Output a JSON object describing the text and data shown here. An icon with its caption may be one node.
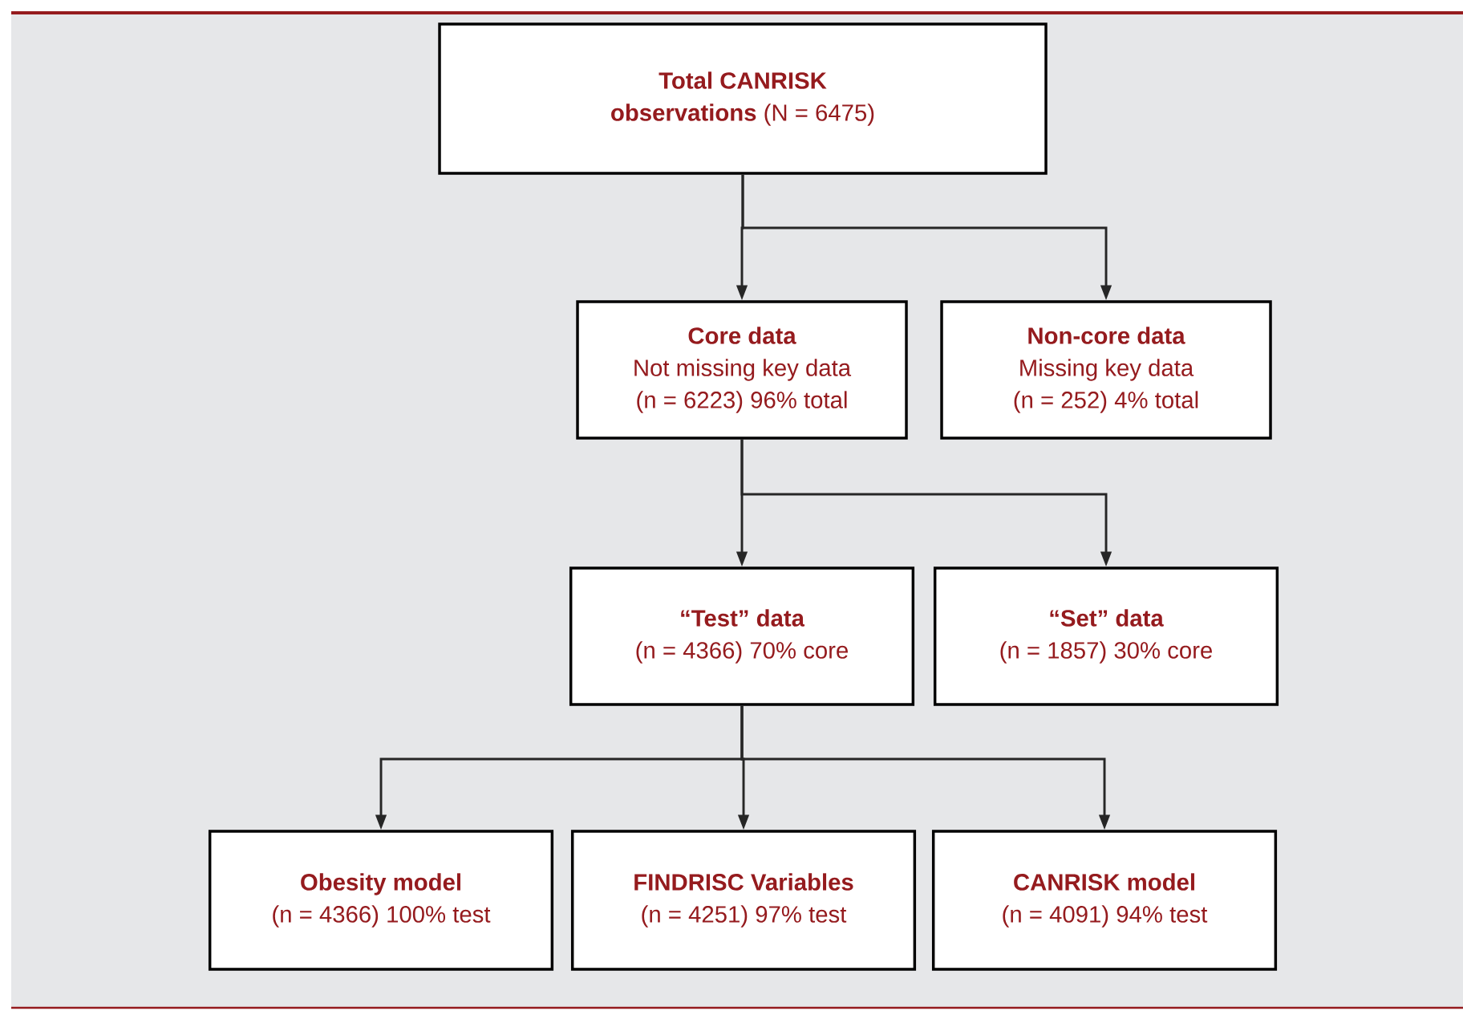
{
  "diagram": {
    "nodes": [
      {
        "text": [
          "**Total CANRISK observations** (N = 6475)"
        ]
      },
      {
        "text": [
          "Core data",
          "Not missing key data (n = 6223) 96% total"
        ]
      },
      {
        "text": [
          "Non-core data",
          "Missing key data (n = 252) 4% total"
        ]
      },
      {
        "text": [
          "“Test” data",
          "(n = 4366) 70% core"
        ]
      },
      {
        "text": [
          "“Set” data",
          "(n = 1857) 30% core"
        ]
      },
      {
        "text": [
          "Obesity model",
          "(n = 4366) 100% test"
        ]
      },
      {
        "text": [
          "FINDRISC Variables",
          "(n = 4251)  97% test"
        ]
      },
      {
        "text": [
          "CANRISK model",
          "(n = 4091) 94% test"
        ]
      }
    ],
    "edges": [
      {
        "from": 0,
        "to": 1,
        "arrow": "to"
      },
      {
        "from": 0,
        "to": 2,
        "arrow": "to"
      },
      {
        "from": 1,
        "to": 3,
        "arrow": "to"
      },
      {
        "from": 1,
        "to": 4,
        "arrow": "to"
      },
      {
        "from": 3,
        "to": 5,
        "arrow": "to"
      },
      {
        "from": 3,
        "to": 6,
        "arrow": "to"
      },
      {
        "from": 3,
        "to": 7,
        "arrow": "to"
      }
    ]
  }
}
